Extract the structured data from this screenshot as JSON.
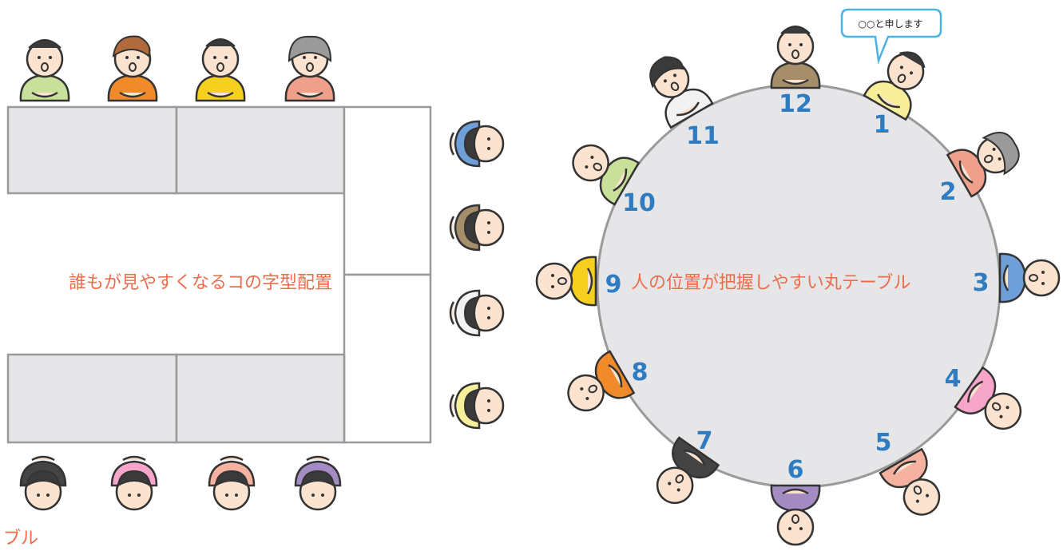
{
  "u_table": {
    "caption": "誰もが見やすくなるコの字型配置",
    "footer_caption": "ブル"
  },
  "round_table": {
    "caption": "人の位置が把握しやすい丸テーブル",
    "seat_numbers": [
      "1",
      "2",
      "3",
      "4",
      "5",
      "6",
      "7",
      "8",
      "9",
      "10",
      "11",
      "12"
    ],
    "speech_bubble": "○○と申します"
  },
  "colors": {
    "accent_orange": "#ec6d4b",
    "number_blue": "#2f7cc0",
    "table_fill": "#e6e6e8",
    "table_outline": "#9a9a9a"
  }
}
